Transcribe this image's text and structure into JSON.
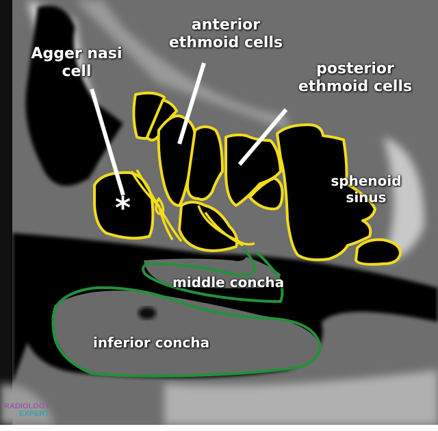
{
  "figure": {
    "type": "annotated sagittal CT of paranasal sinuses",
    "colors": {
      "ethmoid_outline": "#f2dc1c",
      "concha_outline": "#21923a",
      "pointer_lines": "#ffffff",
      "label_text": "#ffffff"
    }
  },
  "labels": {
    "agger_nasi": {
      "line1": "Agger nasi",
      "line2": "cell",
      "marker": "*"
    },
    "anterior_ethmoid": {
      "line1": "anterior",
      "line2": "ethmoid cells"
    },
    "posterior_ethmoid": {
      "line1": "posterior",
      "line2": "ethmoid cells"
    },
    "sphenoid": {
      "line1": "sphenoid",
      "line2": "sinus"
    },
    "middle_concha": "middle concha",
    "inferior_concha": "inferior concha"
  },
  "watermark": {
    "line1": "RADIOLOGY",
    "line2": "EXPERT"
  }
}
